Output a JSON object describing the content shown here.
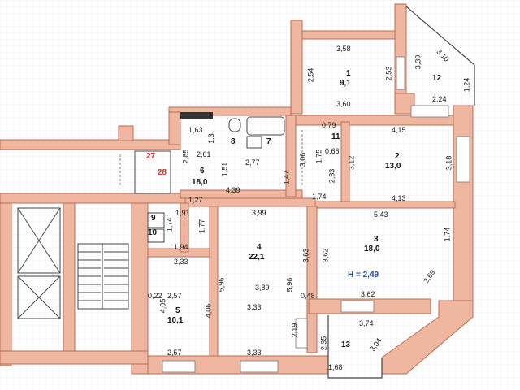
{
  "colors": {
    "wall": "#f0b7a0",
    "wall_stroke": "#b96e55",
    "grid": "#e4e4ec",
    "text": "#1a1a1a",
    "accent_red": "#c0392b",
    "accent_blue": "#1b4fa0"
  },
  "rooms": {
    "r1": {
      "number": "1",
      "area": "9,1"
    },
    "r2": {
      "number": "2",
      "area": "13,0"
    },
    "r3": {
      "number": "3",
      "area": "18,0"
    },
    "r4": {
      "number": "4",
      "area": "22,1"
    },
    "r5": {
      "number": "5",
      "area": "10,1"
    },
    "r6": {
      "number": "6",
      "area": "18,0"
    },
    "r7": {
      "number": "7"
    },
    "r8": {
      "number": "8"
    },
    "r9": {
      "number": "9"
    },
    "r10": {
      "number": "10"
    },
    "r11": {
      "number": "11"
    },
    "r12": {
      "number": "12"
    },
    "r13": {
      "number": "13"
    },
    "r27": {
      "number": "27"
    },
    "r28": {
      "number": "28"
    }
  },
  "height_note": "H = 2,49",
  "dims": {
    "d1": "3,58",
    "d2": "2,54",
    "d3": "2,53",
    "d4": "3,60",
    "d5": "3,39",
    "d6": "3,10",
    "d7": "1,24",
    "d8": "2,24",
    "d9": "4,15",
    "d10": "3,18",
    "d11": "0,79",
    "d12": "0,66",
    "d13": "3,06",
    "d14": "1,75",
    "d15": "3,12",
    "d16": "2,33",
    "d17": "1,74",
    "d18": "4,13",
    "d19": "1,63",
    "d20": "1,3",
    "d21": "2,85",
    "d22": "2,61",
    "d23": "1,51",
    "d24": "2,77",
    "d25": "4,39",
    "d26": "1,47",
    "d27": "1,27",
    "d28": "1,91",
    "d29": "1,74",
    "d30": "1,77",
    "d31": "1,94",
    "d32": "3,99",
    "d33": "5,43",
    "d34": "1,74",
    "d35": "3,63",
    "d36": "3,62",
    "d37": "2,69",
    "d38": "3,62",
    "d39": "2,33",
    "d40": "0,22",
    "d41": "2,57",
    "d42": "5,96",
    "d43": "3,89",
    "d44": "5,96",
    "d45": "0,48",
    "d46": "4,06",
    "d47": "4,05",
    "d48": "3,33",
    "d49": "3,74",
    "d50": "2,19",
    "d51": "2,35",
    "d52": "3,04",
    "d53": "2,57",
    "d54": "3,33",
    "d55": "1,68"
  }
}
